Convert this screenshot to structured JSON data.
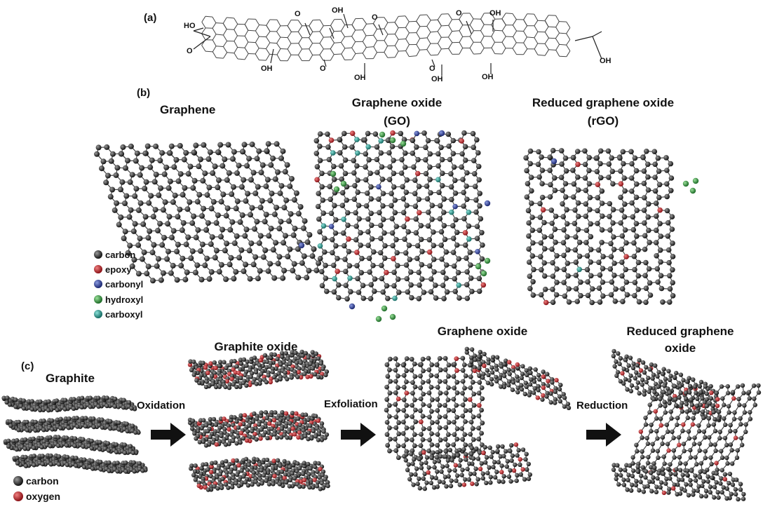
{
  "panel_a": {
    "label": "(a)",
    "groups": [
      "HO",
      "O",
      "OH",
      "O",
      "O",
      "OH",
      "O",
      "OH",
      "OH",
      "O",
      "OH",
      "O",
      "OH",
      "OH"
    ]
  },
  "panel_b": {
    "label": "(b)",
    "titles": {
      "graphene": "Graphene",
      "go_line1": "Graphene oxide",
      "go_line2": "(GO)",
      "rgo_line1": "Reduced graphene oxide",
      "rgo_line2": "(rGO)"
    },
    "legend": [
      {
        "label": "carbon",
        "color": "#2a2a2a"
      },
      {
        "label": "epoxy",
        "color": "#c0272d"
      },
      {
        "label": "carbonyl",
        "color": "#2b3f9a"
      },
      {
        "label": "hydroxyl",
        "color": "#3a9a44"
      },
      {
        "label": "carboxyl",
        "color": "#2aa79a"
      }
    ]
  },
  "panel_c": {
    "label": "(c)",
    "stages": [
      "Graphite",
      "Graphite oxide",
      "Graphene oxide"
    ],
    "stage_rgo_line1": "Reduced graphene",
    "stage_rgo_line2": "oxide",
    "steps": [
      "Oxidation",
      "Exfoliation",
      "Reduction"
    ],
    "legend": [
      {
        "label": "carbon",
        "color": "#2a2a2a"
      },
      {
        "label": "oxygen",
        "color": "#c0272d"
      }
    ]
  }
}
